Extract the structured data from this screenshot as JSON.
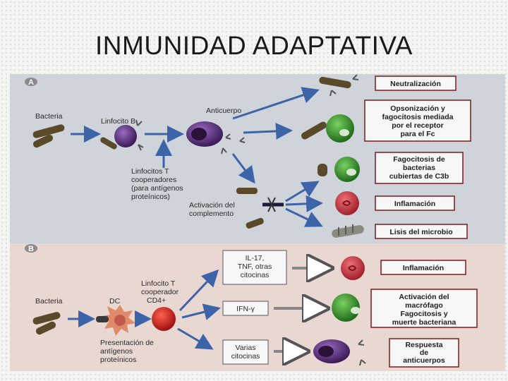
{
  "slide": {
    "title": "INMUNIDAD ADAPTATIVA"
  },
  "panel_a": {
    "label": "A",
    "bacteria": "Bacteria",
    "linfocito_b": "Linfocito B",
    "anticuerpo": "Anticuerpo",
    "linfocitos_t": [
      "Linfocitos T",
      "cooperadores",
      "(para antígenos",
      "proteínicos)"
    ],
    "activacion": [
      "Activación del",
      "complemento"
    ],
    "outcomes": {
      "neutralizacion": [
        "Neutralización"
      ],
      "opsonizacion": [
        "Opsonización y",
        "fagocitosis mediada",
        "por el receptor",
        "para el Fc"
      ],
      "fagocitosis_c3b": [
        "Fagocitosis de",
        "bacterias",
        "cubiertas de C3b"
      ],
      "inflamacion": [
        "Inflamación"
      ],
      "lisis": [
        "Lisis del microbio"
      ]
    }
  },
  "panel_b": {
    "label": "B",
    "bacteria": "Bacteria",
    "dc": "DC",
    "presentacion": [
      "Presentación de",
      "antígenos",
      "proteínicos"
    ],
    "linfocito_t": [
      "Linfocito T",
      "cooperador",
      "CD4+"
    ],
    "cytokines": {
      "il17": [
        "IL-17,",
        "TNF, otras",
        "citocinas"
      ],
      "ifn": [
        "IFN-γ"
      ],
      "varias": [
        "Varias",
        "citocinas"
      ]
    },
    "outcomes": {
      "inflamacion": [
        "Inflamación"
      ],
      "activacion_macrofago": [
        "Activación del",
        "macrófago",
        "Fagocitosis y",
        "muerte bacteriana"
      ],
      "respuesta": [
        "Respuesta",
        "de",
        "anticuerpos"
      ]
    }
  },
  "colors": {
    "panel_a_bg": "#cfd3da",
    "panel_b_bg": "#e9d8d2",
    "arrow_blue": "#3d63a8",
    "bacteria": "#5a4a2a",
    "b_cell": "#4a2a6a",
    "macrophage": "#2f8a2a",
    "mast_cell": "#c0363e",
    "t_cell": "#c42a2a",
    "box_border": "#7a1a1a"
  }
}
